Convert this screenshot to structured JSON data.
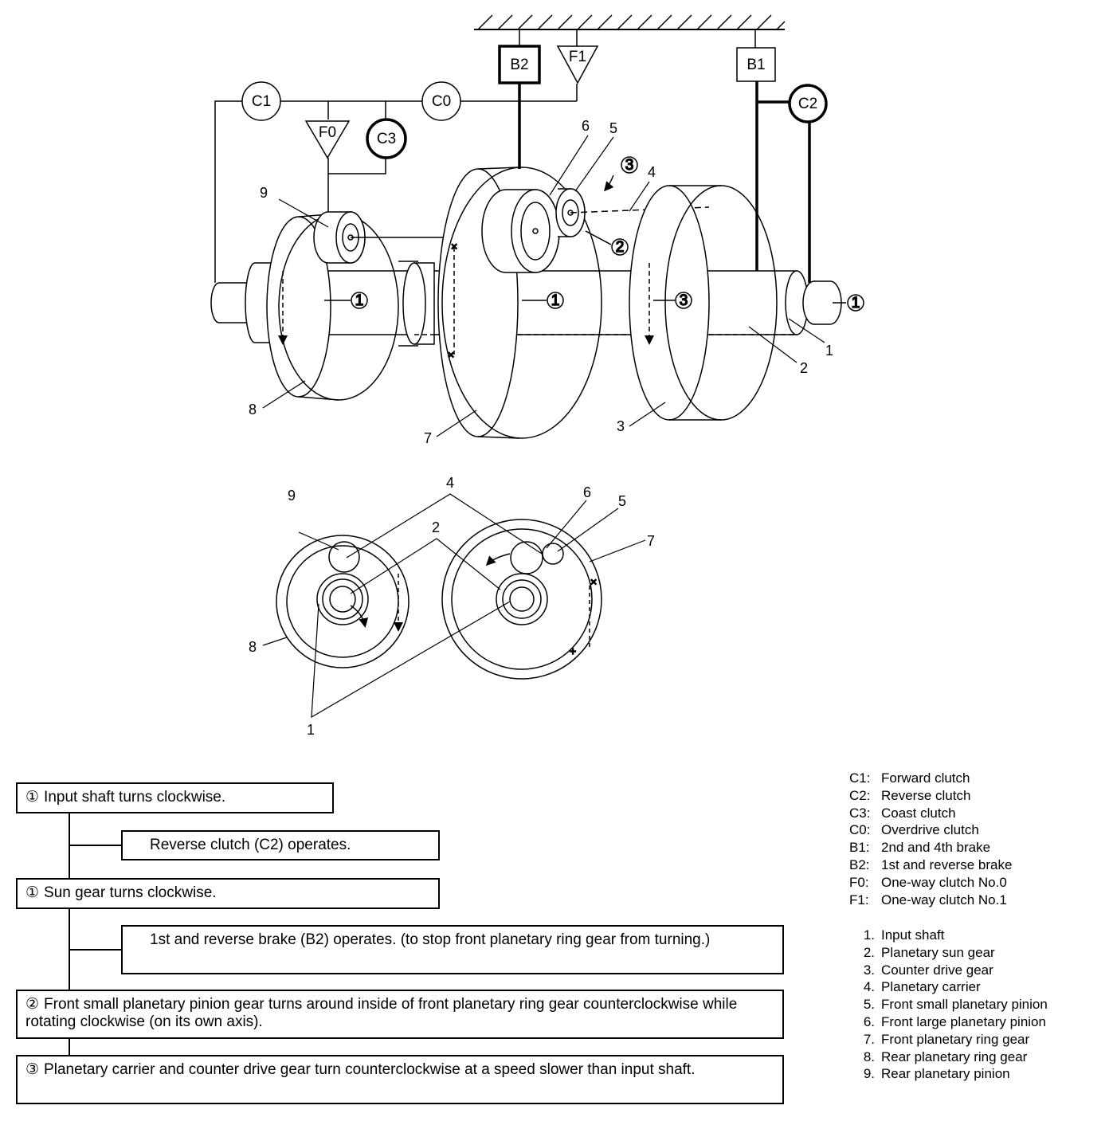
{
  "diagram": {
    "components": {
      "b2": "B2",
      "f1": "F1",
      "b1": "B1",
      "c2": "C2",
      "c1": "C1",
      "c0": "C0",
      "f0": "F0",
      "c3": "C3"
    },
    "callouts": [
      "1",
      "2",
      "3",
      "4",
      "5",
      "6",
      "7",
      "8",
      "9"
    ],
    "motion_markers": [
      "①",
      "②",
      "③"
    ]
  },
  "flow": {
    "step1": {
      "num": "①",
      "text": "Input shaft turns clockwise."
    },
    "step1a": {
      "text": "Reverse clutch (C2) operates."
    },
    "step2": {
      "num": "①",
      "text": "Sun gear turns clockwise."
    },
    "step2a": {
      "text": "1st and reverse brake (B2) operates. (to stop front planetary ring gear from turning.)"
    },
    "step3": {
      "num": "②",
      "text": "Front small planetary pinion gear turns around inside of front planetary ring gear counterclockwise while rotating clockwise (on its own axis)."
    },
    "step4": {
      "num": "③",
      "text": "Planetary carrier and counter drive gear turn counterclockwise at a speed slower than input shaft."
    }
  },
  "legend": {
    "clutches": [
      {
        "key": "C1:",
        "desc": "Forward clutch"
      },
      {
        "key": "C2:",
        "desc": "Reverse clutch"
      },
      {
        "key": "C3:",
        "desc": "Coast clutch"
      },
      {
        "key": "C0:",
        "desc": "Overdrive clutch"
      },
      {
        "key": "B1:",
        "desc": "2nd and 4th brake"
      },
      {
        "key": "B2:",
        "desc": "1st and reverse brake"
      },
      {
        "key": "F0:",
        "desc": "One-way clutch No.0"
      },
      {
        "key": "F1:",
        "desc": "One-way clutch No.1"
      }
    ],
    "parts": [
      {
        "key": "1.",
        "desc": "Input shaft"
      },
      {
        "key": "2.",
        "desc": "Planetary sun gear"
      },
      {
        "key": "3.",
        "desc": "Counter drive gear"
      },
      {
        "key": "4.",
        "desc": "Planetary carrier"
      },
      {
        "key": "5.",
        "desc": "Front small planetary pinion"
      },
      {
        "key": "6.",
        "desc": "Front large planetary pinion"
      },
      {
        "key": "7.",
        "desc": "Front planetary ring gear"
      },
      {
        "key": "8.",
        "desc": "Rear planetary ring gear"
      },
      {
        "key": "9.",
        "desc": "Rear planetary pinion"
      }
    ]
  }
}
